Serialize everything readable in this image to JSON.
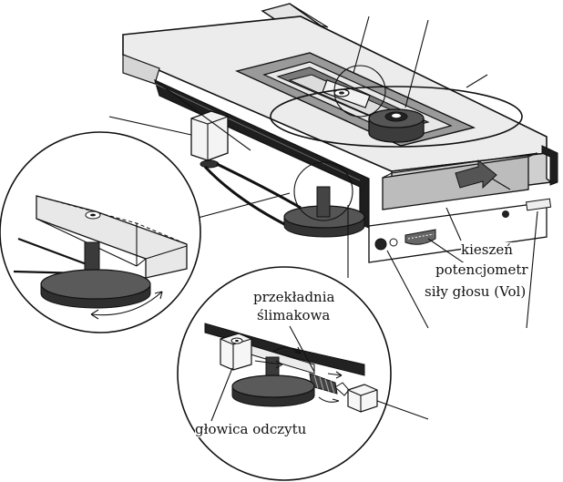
{
  "labels": {
    "pocket": "kieszeń",
    "volume_line1": "potencjometr",
    "volume_line2": "siły głosu (Vol)",
    "worm_line1": "przekładnia",
    "worm_line2": "ślimakowa",
    "read_head": "głowica odczytu"
  },
  "colors": {
    "ink": "#111111",
    "dark_fill": "#4a4a4a",
    "mid_fill": "#8c8c8c",
    "light_fill": "#bdbdbd",
    "panel_fill": "#d9d9d9",
    "background": "#ffffff"
  }
}
